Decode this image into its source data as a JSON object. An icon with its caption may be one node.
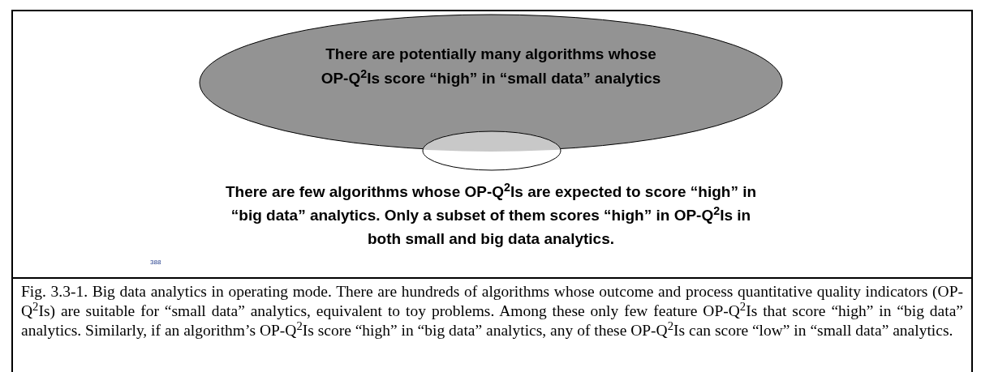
{
  "diagram": {
    "caption": "Fig. 3.3-1. Big data analytics in operating mode. There are hundreds of algorithms whose outcome and process quantitative quality indicators (OP-Q$^{2}$Is) are suitable for “small data” analytics, equivalent to toy problems. Among these only few feature OP-Q$^{2}$Is that score “high” in “big data” analytics. Similarly, if an algorithm’s OP-Q$^{2}$Is score “high” in “big data” analytics, any of these OP-Q$^{2}$Is can score “low” in “small data” analytics.",
    "nodes": [
      {
        "text": [
          "There are potentially many algorithms whose OP-Q$^{2}$Is score “high” in “small data” analytics"
        ]
      },
      {
        "text": [],
        "shape": "ellipse"
      }
    ],
    "edges": [],
    "labels": [
      "There are few algorithms whose OP-Q$^{2}$Is are expected to score “high” in “big data” analytics. Only a subset of them scores “high” in OP-Q$^{2}$Is in both small and big data analytics.",
      "388"
    ]
  }
}
